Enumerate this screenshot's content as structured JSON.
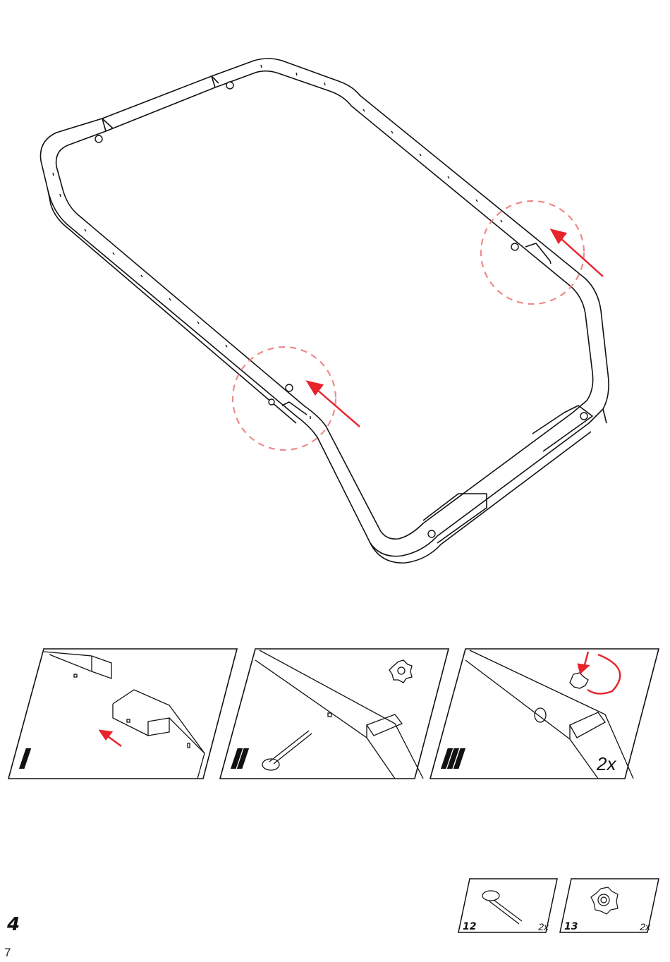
{
  "step": {
    "number": "4"
  },
  "page": {
    "number": "7"
  },
  "colors": {
    "line": "#111111",
    "accent": "#e8232a",
    "highlight_circle": "#ee8a8a"
  },
  "main_illustration": {
    "description_icon": "frame-icon",
    "highlights": [
      "joint-right",
      "joint-left"
    ]
  },
  "steps": [
    {
      "label": "I",
      "multiplier": ""
    },
    {
      "label": "II",
      "multiplier": ""
    },
    {
      "label": "III",
      "multiplier": "2x"
    }
  ],
  "parts": [
    {
      "number": "12",
      "quantity": "2x",
      "icon": "bolt-icon"
    },
    {
      "number": "13",
      "quantity": "2x",
      "icon": "star-knob-icon"
    }
  ]
}
